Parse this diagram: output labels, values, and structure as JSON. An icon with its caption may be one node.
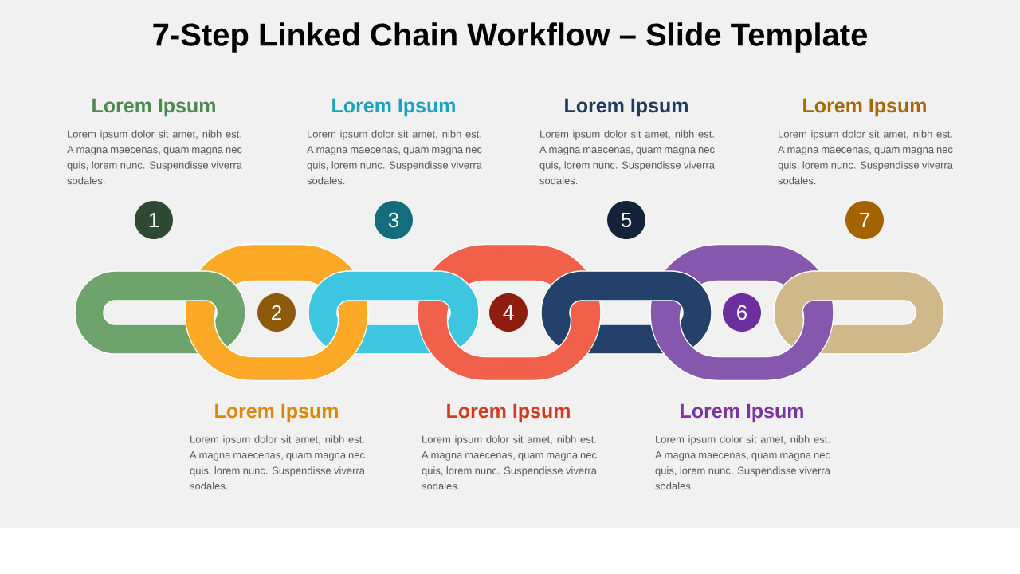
{
  "diagram": {
    "title": "7-Step Linked Chain Workflow – Slide Template",
    "nodes": [
      {
        "text": [
          "1"
        ],
        "beside": [
          "Lorem Ipsum",
          "Lorem ipsum dolor sit amet, nibh est. A magna maecenas, quam magna nec quis, lorem nunc. Suspendisse viverra sodales."
        ]
      },
      {
        "text": [
          "2"
        ],
        "beside": [
          "Lorem Ipsum",
          "Lorem ipsum dolor sit amet, nibh est. A magna maecenas, quam magna nec quis, lorem nunc. Suspendisse viverra sodales."
        ]
      },
      {
        "text": [
          "3"
        ],
        "beside": [
          "Lorem Ipsum",
          "Lorem ipsum dolor sit amet, nibh est. A magna maecenas, quam magna nec quis, lorem nunc. Suspendisse viverra sodales."
        ]
      },
      {
        "text": [
          "4"
        ],
        "beside": [
          "Lorem Ipsum",
          "Lorem ipsum dolor sit amet, nibh est. A magna maecenas, quam magna nec quis, lorem nunc. Suspendisse viverra sodales."
        ]
      },
      {
        "text": [
          "5"
        ],
        "beside": [
          "Lorem Ipsum",
          "Lorem ipsum dolor sit amet, nibh est. A magna maecenas, quam magna nec quis, lorem nunc. Suspendisse viverra sodales."
        ]
      },
      {
        "text": [
          "6"
        ],
        "beside": [
          "Lorem Ipsum",
          "Lorem ipsum dolor sit amet, nibh est. A magna maecenas, quam magna nec quis, lorem nunc. Suspendisse viverra sodales."
        ]
      },
      {
        "text": [
          "7"
        ],
        "beside": [
          "Lorem Ipsum",
          "Lorem ipsum dolor sit amet, nibh est. A magna maecenas, quam magna nec quis, lorem nunc. Suspendisse viverra sodales."
        ]
      }
    ]
  }
}
